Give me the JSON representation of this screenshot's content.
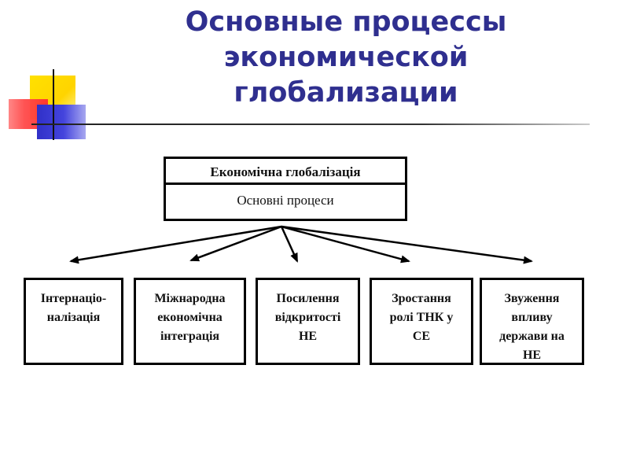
{
  "slide": {
    "title_lines": [
      "Основные процессы",
      "экономической",
      "глобализации"
    ]
  },
  "diagram": {
    "root": {
      "header": "Економічна глобалізація",
      "subheader": "Основні процеси"
    },
    "children": [
      {
        "label": "Інтернаціо-\nналізація"
      },
      {
        "label": "Міжнародна\nекономічна\nінтеграція"
      },
      {
        "label": "Посилення\nвідкритості\nНЕ"
      },
      {
        "label": "Зростання\nролі ТНК у\nСЕ"
      },
      {
        "label": "Звуження\nвпливу\nдержави на\nНЕ"
      }
    ]
  },
  "colors": {
    "title": "#2f2f8f",
    "deco_yellow": "#ffd400",
    "deco_red": "#ff4040",
    "deco_blue": "#3a3ad0",
    "border": "#000000"
  }
}
